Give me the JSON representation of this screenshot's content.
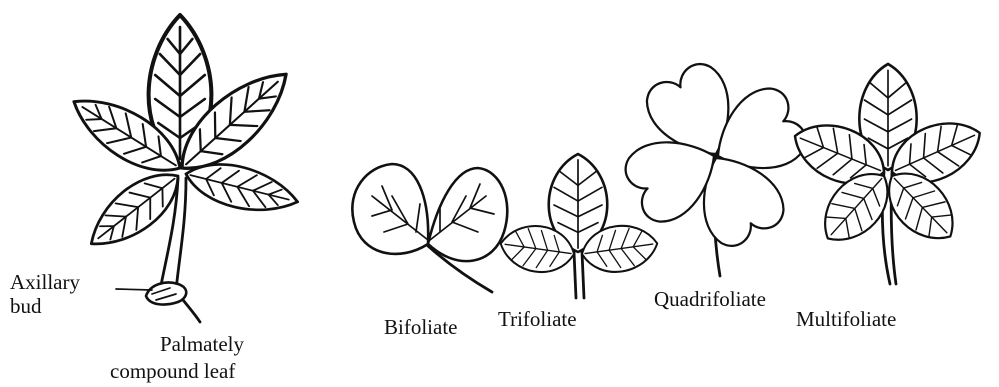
{
  "labels": {
    "axillary_line1": "Axillary",
    "axillary_line2": "bud",
    "palmate_line1": "Palmately",
    "palmate_line2": "compound leaf",
    "bifoliate": "Bifoliate",
    "trifoliate": "Trifoliate",
    "quadrifoliate": "Quadrifoliate",
    "multifoliate": "Multifoliate"
  },
  "colors": {
    "ink": "#111111",
    "background": "#ffffff"
  }
}
